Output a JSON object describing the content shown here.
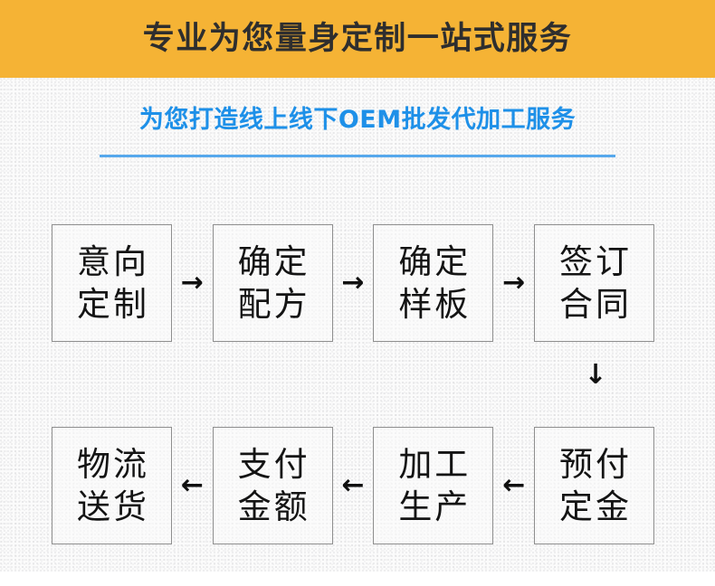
{
  "banner": {
    "title": "专业为您量身定制一站式服务",
    "bg_color": "#f5b335",
    "text_color": "#2e2e2e"
  },
  "subtitle": {
    "text": "为您打造线上线下OEM批发代加工服务",
    "color": "#1e90e8",
    "rule_color": "#56a8ec"
  },
  "flow": {
    "row1_direction": "left-to-right",
    "row2_direction": "right-to-left",
    "arrow_right": "→",
    "arrow_left": "←",
    "arrow_down": "↓",
    "row1": [
      {
        "line1": "意向",
        "line2": "定制"
      },
      {
        "line1": "确定",
        "line2": "配方"
      },
      {
        "line1": "确定",
        "line2": "样板"
      },
      {
        "line1": "签订",
        "line2": "合同"
      }
    ],
    "row2": [
      {
        "line1": "物流",
        "line2": "送货"
      },
      {
        "line1": "支付",
        "line2": "金额"
      },
      {
        "line1": "加工",
        "line2": "生产"
      },
      {
        "line1": "预付",
        "line2": "定金"
      }
    ]
  }
}
